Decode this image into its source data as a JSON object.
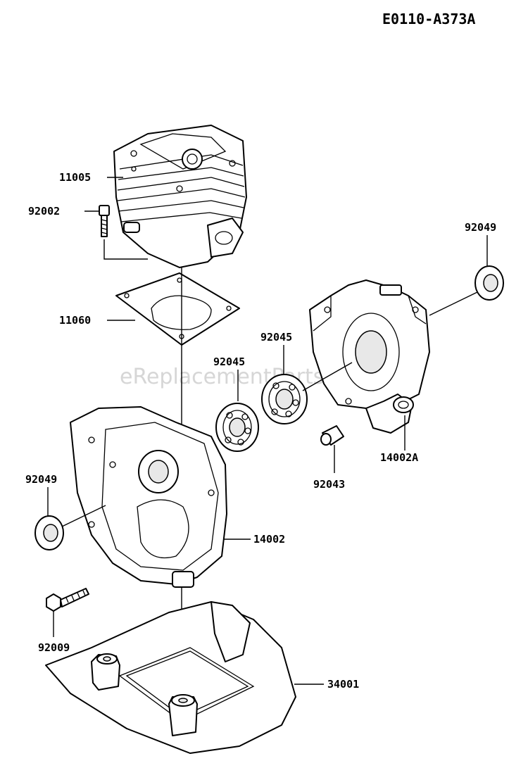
{
  "diagram_id": "E0110-A373A",
  "watermark": "eReplacementParts.com",
  "parts": {
    "cylinder": "11005",
    "cylinder_bolt": "92002",
    "gasket": "11060",
    "bearing_upper": "92045",
    "bearing_lower": "92045",
    "oil_seal_right": "92049",
    "oil_seal_left": "92049",
    "crankcase_right": "14002A",
    "pin": "92043",
    "crankcase_left": "14002",
    "crankcase_bolt": "92009",
    "cover": "34001"
  }
}
